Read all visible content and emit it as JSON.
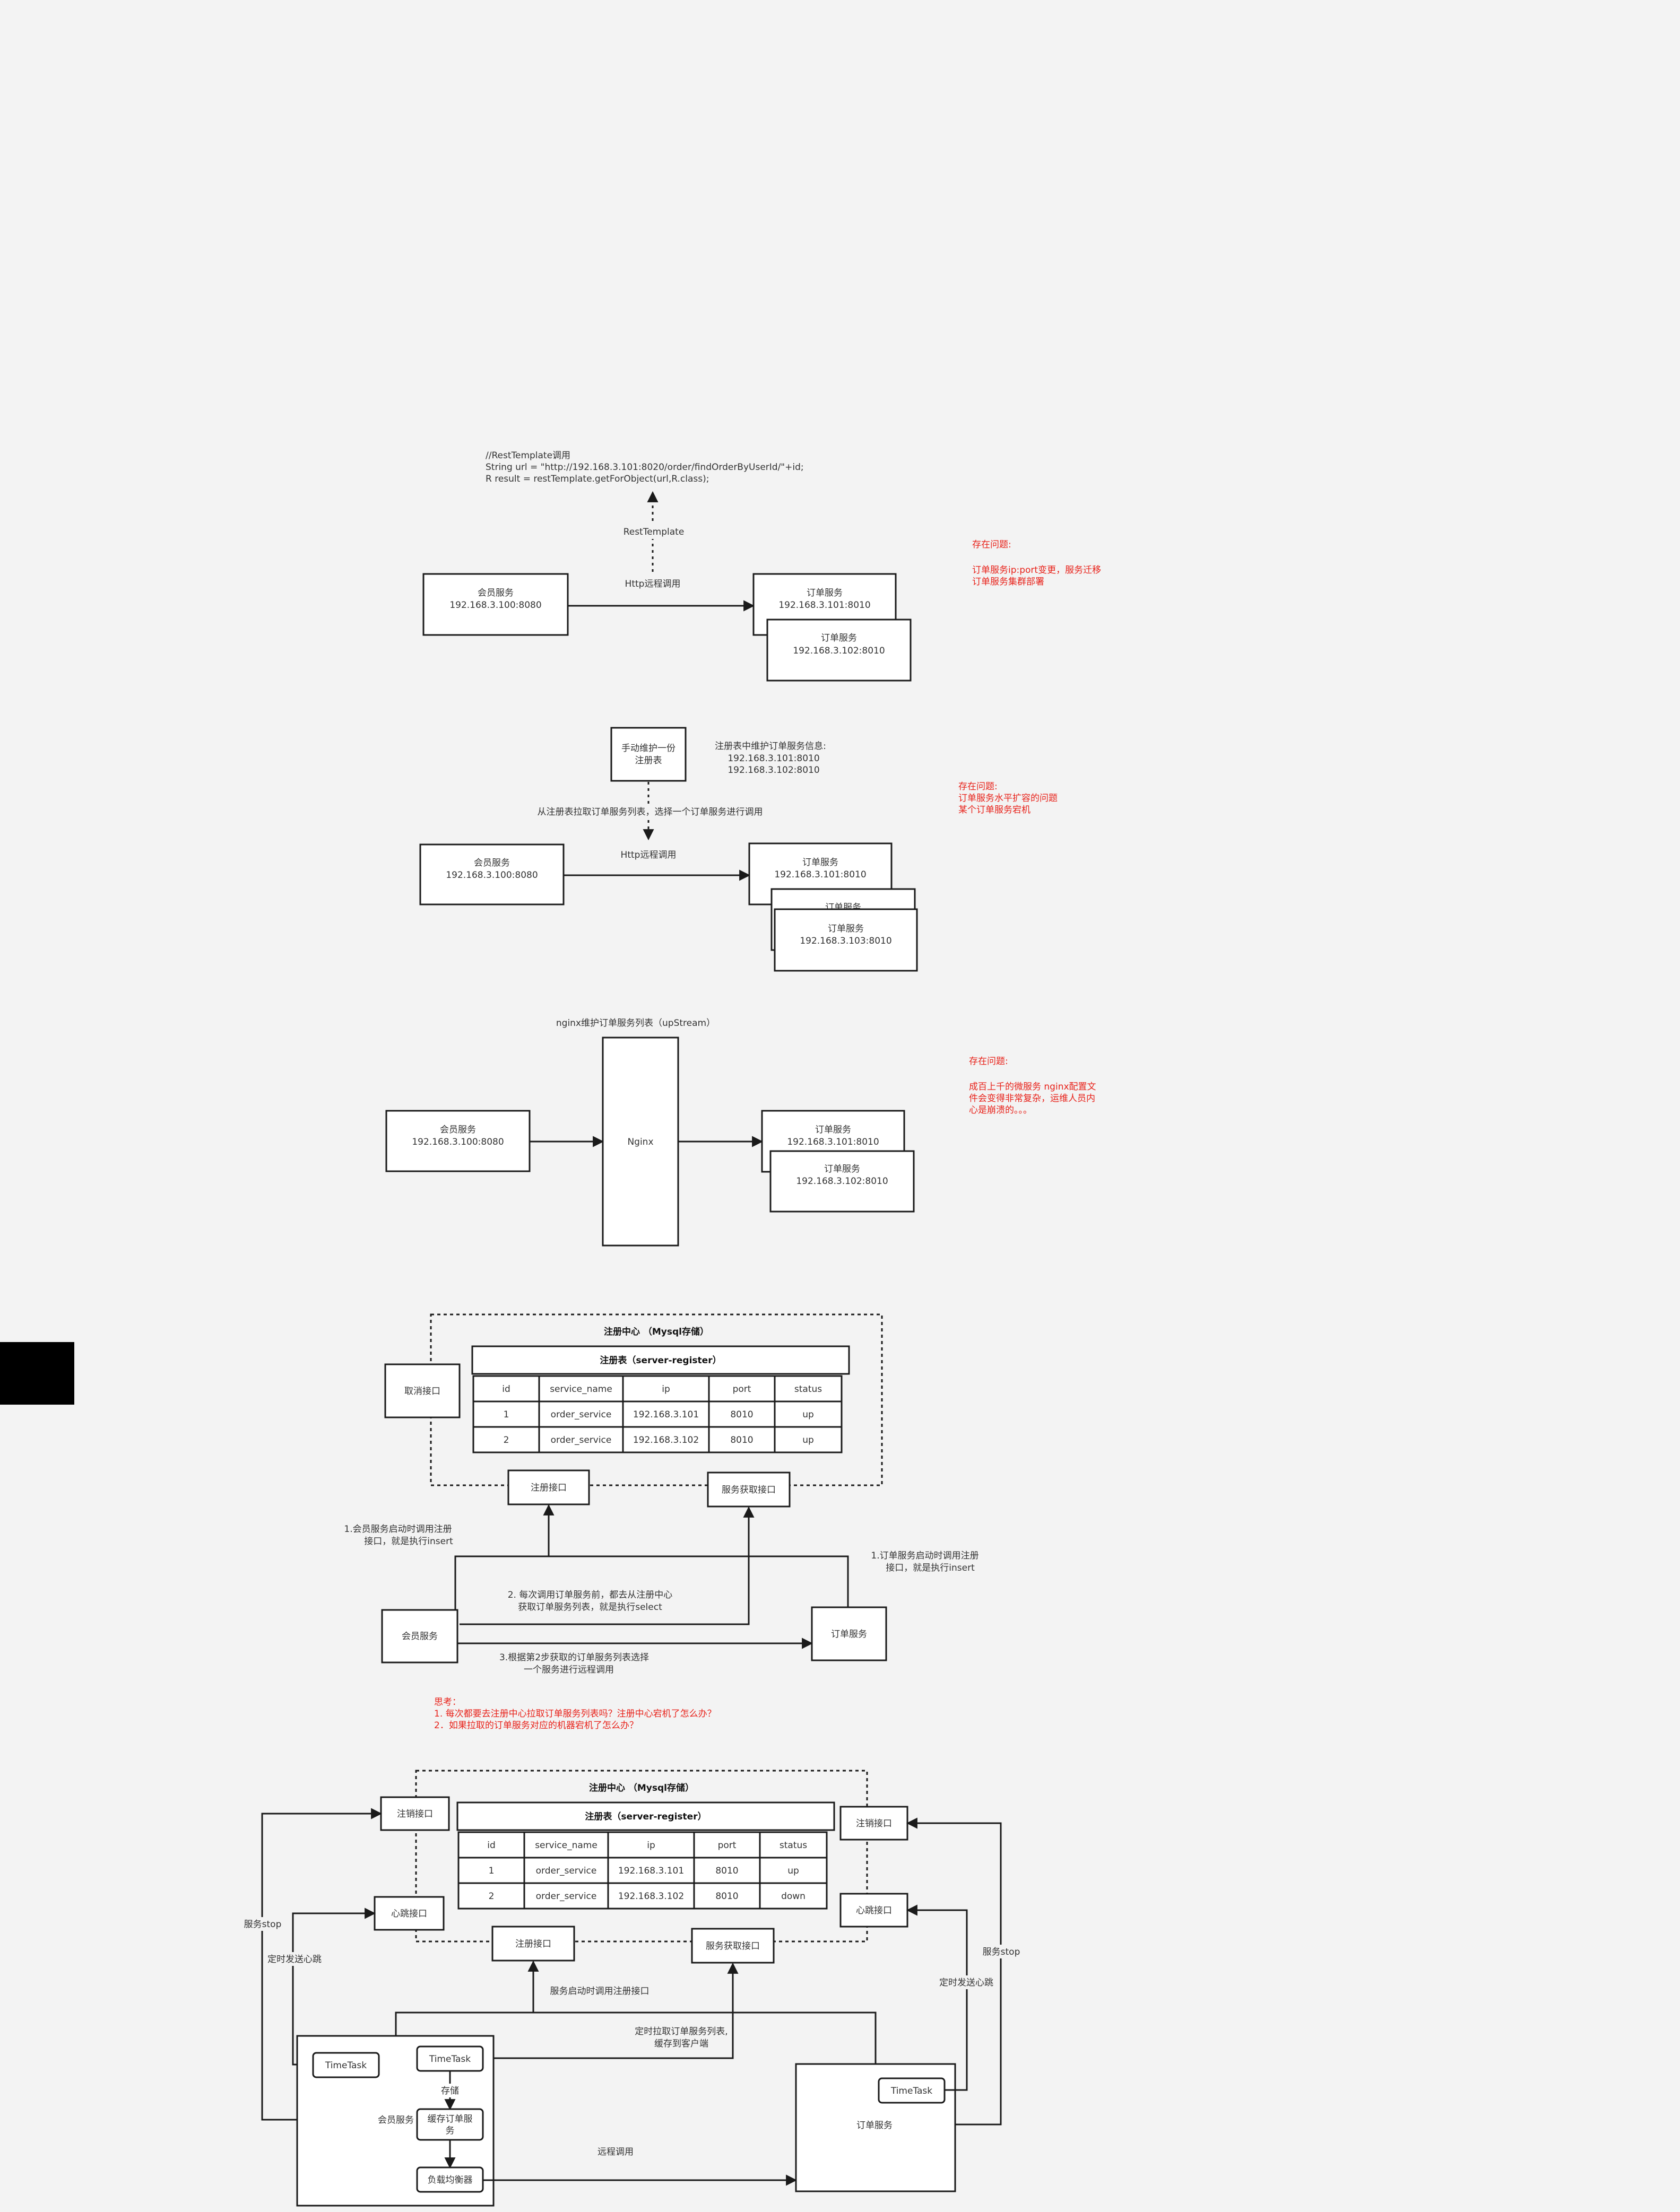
{
  "colors": {
    "background": "#f3f3f3",
    "box": "#ffffff",
    "stroke": "#1a1a1a",
    "problem_text": "#e8221a",
    "black_block": "#000000"
  },
  "s1": {
    "code": [
      "//RestTemplate调用",
      "String url = \"http://192.168.3.101:8020/order/findOrderByUserId/\"+id;",
      "R result = restTemplate.getForObject(url,R.class);"
    ],
    "resttemplate_label": "RestTemplate",
    "member_name": "会员服务",
    "member_addr": "192.168.3.100:8080",
    "http_label": "Http远程调用",
    "order1_name": "订单服务",
    "order1_addr": "192.168.3.101:8010",
    "order2_name": "订单服务",
    "order2_addr": "192.168.3.102:8010",
    "problem": [
      "存在问题:",
      "",
      "订单服务ip:port变更，服务迁移",
      "订单服务集群部署"
    ]
  },
  "s2": {
    "manual_box": [
      "手动维护一份",
      "注册表"
    ],
    "registry_info": [
      "注册表中维护订单服务信息:",
      "192.168.3.101:8010",
      "192.168.3.102:8010"
    ],
    "pull_label": "从注册表拉取订单服务列表，选择一个订单服务进行调用",
    "http_label": "Http远程调用",
    "member_name": "会员服务",
    "member_addr": "192.168.3.100:8080",
    "order1_name": "订单服务",
    "order1_addr": "192.168.3.101:8010",
    "order2_name": "订单服务",
    "order3_name": "订单服务",
    "order3_addr": "192.168.3.103:8010",
    "problem": [
      "存在问题:",
      "订单服务水平扩容的问题",
      "某个订单服务宕机"
    ]
  },
  "s3": {
    "nginx_title": "nginx维护订单服务列表（upStream）",
    "nginx_label": "Nginx",
    "member_name": "会员服务",
    "member_addr": "192.168.3.100:8080",
    "order1_name": "订单服务",
    "order1_addr": "192.168.3.101:8010",
    "order2_name": "订单服务",
    "order2_addr": "192.168.3.102:8010",
    "problem": [
      "存在问题:",
      "",
      "成百上千的微服务 nginx配置文",
      "件会变得非常复杂，运维人员内",
      "心是崩溃的。。。"
    ]
  },
  "s4": {
    "center_title": "注册中心 （Mysql存储）",
    "table_title": "注册表（server-register）",
    "headers": [
      "id",
      "service_name",
      "ip",
      "port",
      "status"
    ],
    "rows": [
      [
        "1",
        "order_service",
        "192.168.3.101",
        "8010",
        "up"
      ],
      [
        "2",
        "order_service",
        "192.168.3.102",
        "8010",
        "up"
      ]
    ],
    "cancel_api": "取消接口",
    "register_api": "注册接口",
    "fetch_api": "服务获取接口",
    "member": "会员服务",
    "order": "订单服务",
    "note_member": [
      "1.会员服务启动时调用注册",
      "接口，就是执行insert"
    ],
    "note_order": [
      "1.订单服务启动时调用注册",
      "接口，就是执行insert"
    ],
    "note_fetch": [
      "2. 每次调用订单服务前，都去从注册中心",
      "获取订单服务列表，就是执行select"
    ],
    "note_call": [
      "3.根据第2步获取的订单服务列表选择",
      "一个服务进行远程调用"
    ],
    "think": [
      "思考：",
      "1. 每次都要去注册中心拉取订单服务列表吗？注册中心宕机了怎么办？",
      "2．如果拉取的订单服务对应的机器宕机了怎么办？"
    ]
  },
  "s5": {
    "center_title": "注册中心 （Mysql存储）",
    "table_title": "注册表（server-register）",
    "headers": [
      "id",
      "service_name",
      "ip",
      "port",
      "status"
    ],
    "rows": [
      [
        "1",
        "order_service",
        "192.168.3.101",
        "8010",
        "up"
      ],
      [
        "2",
        "order_service",
        "192.168.3.102",
        "8010",
        "down"
      ]
    ],
    "logout_left": "注销接口",
    "heartbeat_left": "心跳接口",
    "logout_right": "注销接口",
    "heartbeat_right": "心跳接口",
    "register_api": "注册接口",
    "fetch_api": "服务获取接口",
    "service_stop_left": "服务stop",
    "heartbeat_note_left": "定时发送心跳",
    "service_stop_right": "服务stop",
    "heartbeat_note_right": "定时发送心跳",
    "start_register": "服务启动时调用注册接口",
    "pull_note": [
      "定时拉取订单服务列表,",
      "缓存到客户端"
    ],
    "timetask_left": "TimeTask",
    "timetask_member": "TimeTask",
    "store_label": "存储",
    "member": "会员服务",
    "cache_box": [
      "缓存订单服",
      "务"
    ],
    "lb": "负载均衡器",
    "remote_call": "远程调用",
    "timetask_order": "TimeTask",
    "order": "订单服务"
  }
}
